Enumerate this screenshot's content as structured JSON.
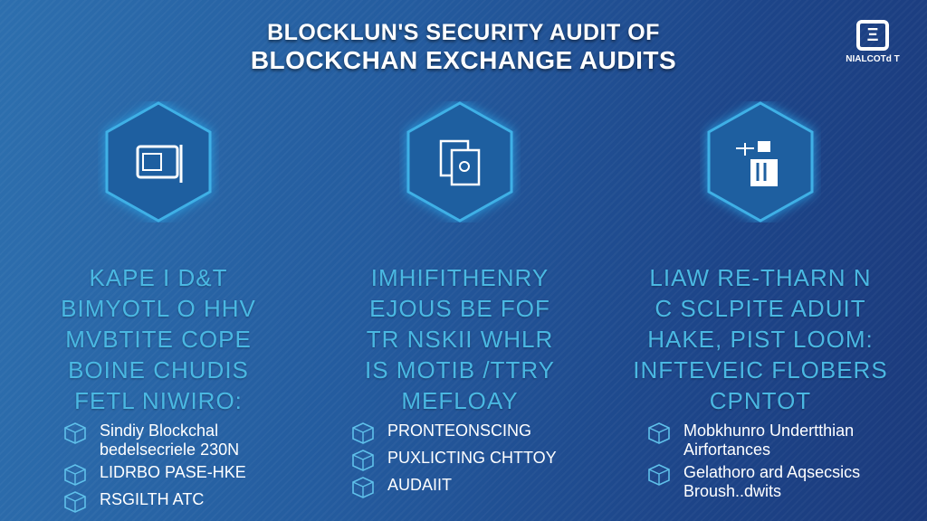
{
  "title": {
    "line1": "BLOCKLUN'S SECURITY AUDIT OF",
    "line2": "BLOCKCHAN EXCHANGE AUDITS"
  },
  "logo": {
    "glyph": "Ξ",
    "text": "NIALCOTd T"
  },
  "columns": [
    {
      "icon": "wallet-device-icon",
      "heading": [
        "KAPE I D&T",
        "BIMYOTL O HHV",
        "MVBTITE COPE",
        "BOINE CHUDIS",
        "FETL NIWIRO:"
      ],
      "items": [
        "Sindiy Blockchal bedelsecriele 230N",
        "LIDRBO PASE-HKE",
        "RSGILTH ATC"
      ]
    },
    {
      "icon": "documents-icon",
      "heading": [
        "IMHIFITHENRY",
        "EJOUS BE FOF",
        "TR NSKII WHLR",
        "IS MOTIB /TTRY",
        "MEFLOAY"
      ],
      "items": [
        "PRONTEONSCING",
        "PUXLICTING CHTTOY",
        "AUDAIIT"
      ]
    },
    {
      "icon": "network-servers-icon",
      "heading": [
        "LIAW RE-THARN N",
        "C SCLPITE ADUIT",
        "HAKE, PIST LOOM:",
        "INFTEVEIC FLOBERS",
        "CPNTOT"
      ],
      "items": [
        "Mobkhunro Undertthian Airfortances",
        "Gelathoro ard Aqsecsics Broush..dwits"
      ]
    }
  ],
  "colors": {
    "accent": "#4ab8e2",
    "hex_fill": "#1e5fa0",
    "hex_stroke": "#3fb0e6"
  }
}
